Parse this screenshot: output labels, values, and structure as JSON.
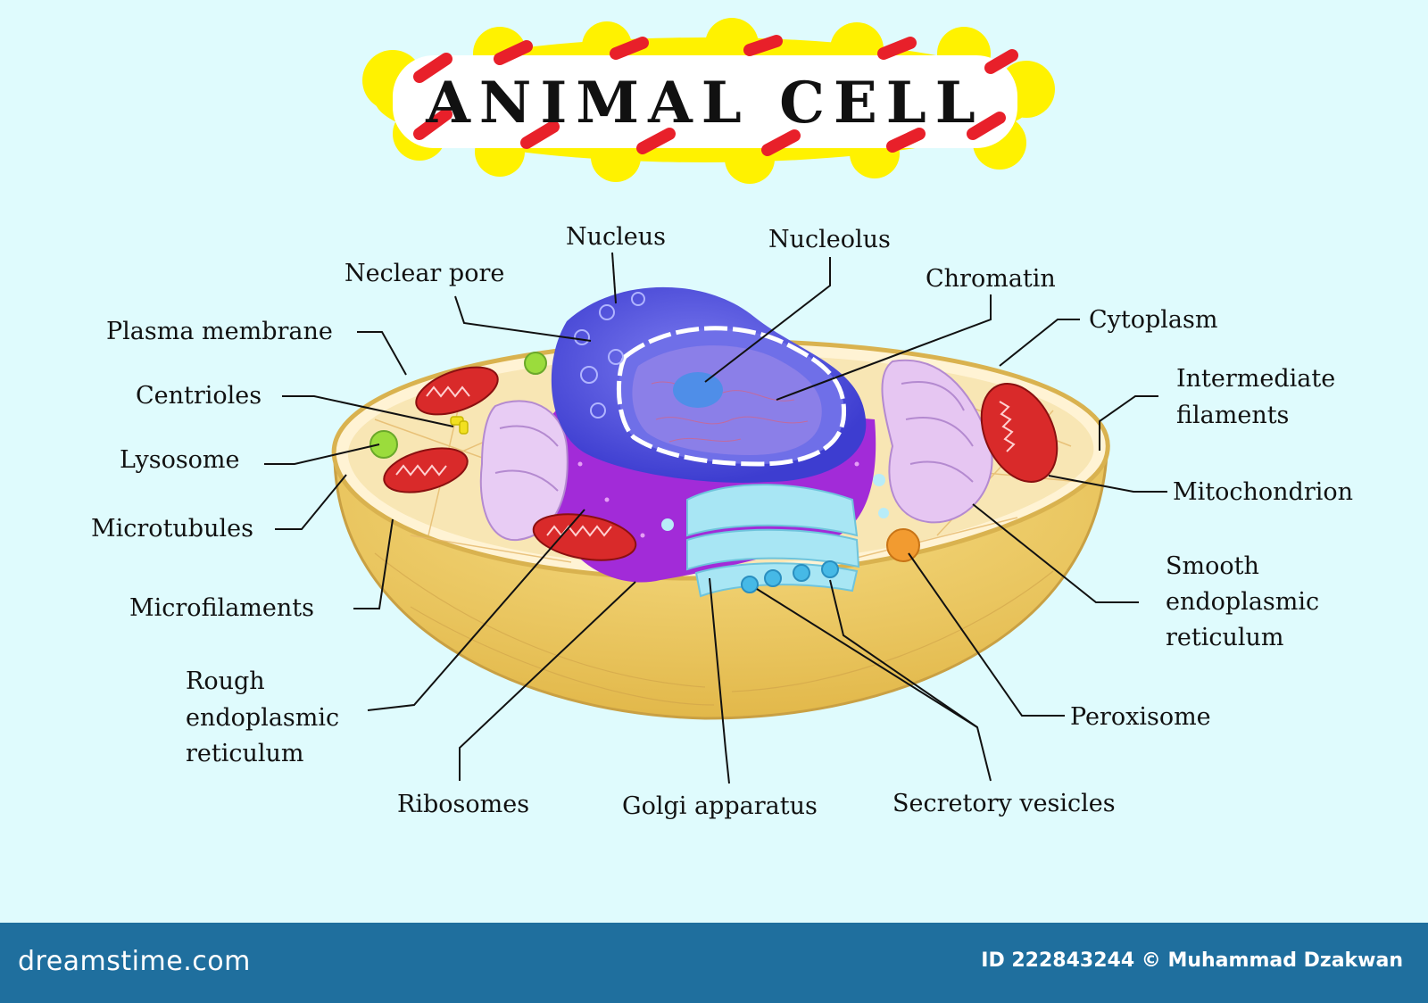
{
  "title": "ANIMAL CELL",
  "labels": {
    "nucleus": "Nucleus",
    "nucleolus": "Nucleolus",
    "neclear_pore": "Neclear pore",
    "chromatin": "Chromatin",
    "plasma_membrane": "Plasma membrane",
    "cytoplasm": "Cytoplasm",
    "centrioles": "Centrioles",
    "intermediate_filaments": [
      "Intermediate",
      "filaments"
    ],
    "lysosome": "Lysosome",
    "mitochondrion": "Mitochondrion",
    "microtubules": "Microtubules",
    "smooth_er": [
      "Smooth",
      "endoplasmic",
      "reticulum"
    ],
    "microfilaments": "Microfilaments",
    "rough_er": [
      "Rough",
      "endoplasmic",
      "reticulum"
    ],
    "peroxisome": "Peroxisome",
    "ribosomes": "Ribosomes",
    "golgi": "Golgi apparatus",
    "secretory_vesicles": "Secretory vesicles"
  },
  "footer": {
    "brand": "dreamstime.com",
    "credit": "ID 222843244 © Muhammad Dzakwan"
  },
  "colors": {
    "background": "#dffbfd",
    "footer": "#1f6f9e",
    "cell_outer": "#ecc95a",
    "cytoplasm": "#f8e6b4",
    "nucleus": "#5a5ae6",
    "rough_er": "#a22bd8",
    "mitochondrion": "#d92a2a",
    "golgi": "#a8e6f4",
    "smooth_er": "#e6c6f2",
    "lysosome": "#9bdc3c",
    "peroxisome": "#f29b30"
  }
}
